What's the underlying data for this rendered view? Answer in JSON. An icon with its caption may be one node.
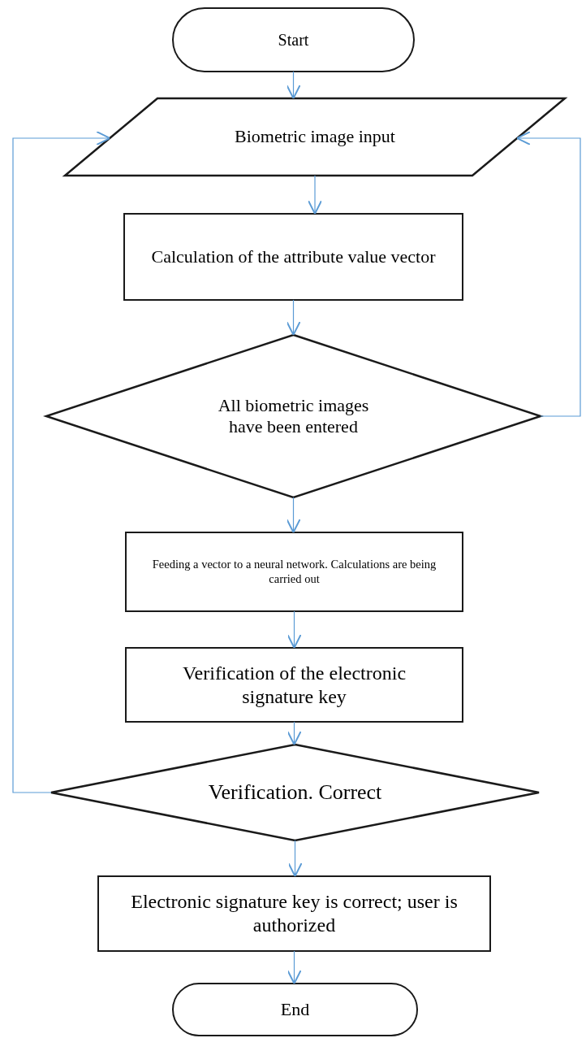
{
  "diagram": {
    "nodes": [
      {
        "text": [
          "Start"
        ]
      },
      {
        "text": [
          "Biometric image input"
        ]
      },
      {
        "text": [
          "Calculation of the attribute value vector"
        ]
      },
      {
        "text": [
          "All biometric images have been entered"
        ]
      },
      {
        "text": [
          "Feeding a vector to a neural network. Calculations are being carried out"
        ]
      },
      {
        "text": [
          "Verification of the electronic signature key"
        ]
      },
      {
        "text": [
          "Verification. Correct"
        ]
      },
      {
        "text": [
          "Electronic signature key is correct; user is authorized"
        ]
      },
      {
        "text": [
          "End"
        ]
      }
    ],
    "edges": [
      {
        "from": 0,
        "to": 1,
        "arrow": "to"
      },
      {
        "from": 1,
        "to": 2,
        "arrow": "to"
      },
      {
        "from": 2,
        "to": 3,
        "arrow": "to"
      },
      {
        "from": 3,
        "to": 4,
        "arrow": "to"
      },
      {
        "from": 4,
        "to": 5,
        "arrow": "to"
      },
      {
        "from": 5,
        "to": 6,
        "arrow": "to"
      },
      {
        "from": 6,
        "to": 7,
        "arrow": "to"
      },
      {
        "from": 7,
        "to": 8,
        "arrow": "to"
      },
      {
        "from": 3,
        "to": 1,
        "arrow": "to"
      },
      {
        "from": 6,
        "to": 1,
        "arrow": "to"
      }
    ]
  }
}
